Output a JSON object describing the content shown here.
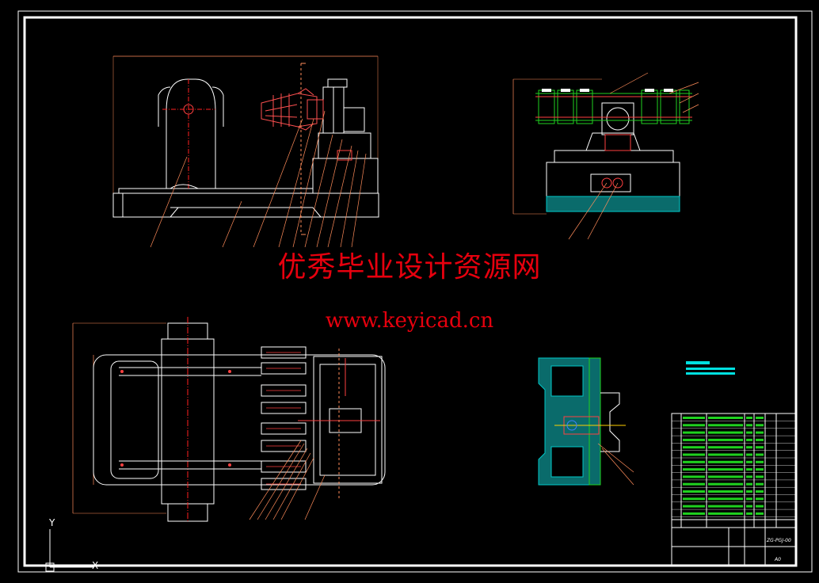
{
  "watermark": {
    "title": "优秀毕业设计资源网",
    "url": "www.keyicad.cn"
  },
  "title_block": {
    "drawing_number": "ZG-PGJ-00",
    "sheet_size": "A0"
  },
  "ucs": {
    "y_label": "Y",
    "x_label": "X"
  },
  "colors": {
    "background": "#000000",
    "frame": "#ffffff",
    "geometry": "#ffffff",
    "dimension": "#ff8c5a",
    "centerline": "#ff2020",
    "hatch": "#00c8c8",
    "parts_green": "#1fd21f",
    "watermark": "#e6000e"
  }
}
